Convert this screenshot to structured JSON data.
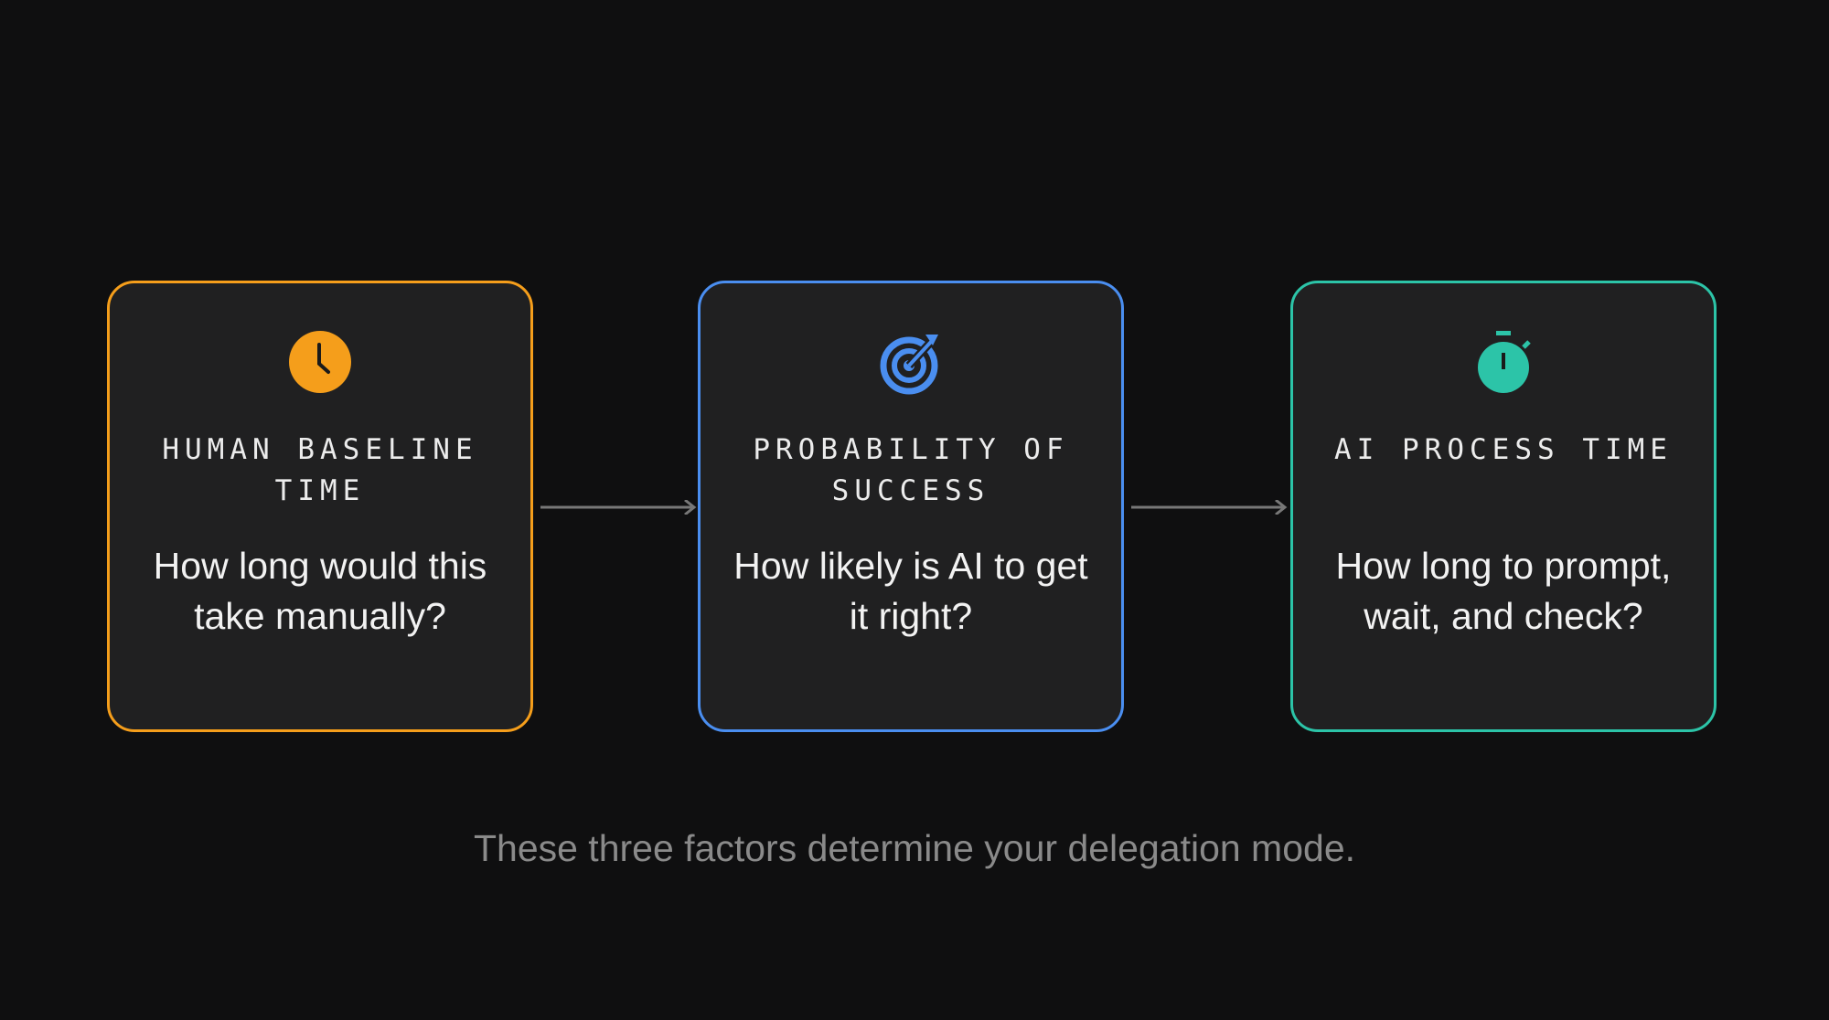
{
  "colors": {
    "orange": "#F59E1B",
    "blue": "#4A8EF0",
    "teal": "#2CC4A8"
  },
  "cards": [
    {
      "icon": "clock-icon",
      "title": "HUMAN BASELINE TIME",
      "question": "How long would this take manually?"
    },
    {
      "icon": "target-icon",
      "title": "PROBABILITY OF SUCCESS",
      "question": "How likely is AI to get it right?"
    },
    {
      "icon": "stopwatch-icon",
      "title": "AI PROCESS TIME",
      "question": "How long to prompt, wait, and check?"
    }
  ],
  "footer": "These three factors determine your delegation mode."
}
